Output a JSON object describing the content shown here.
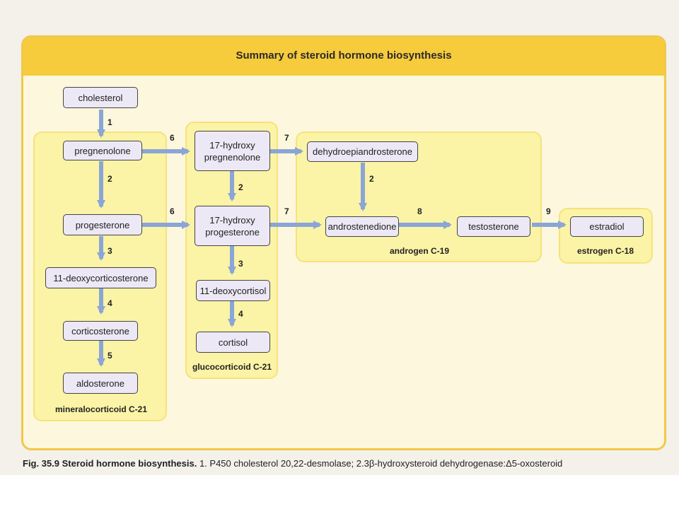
{
  "title": "Summary of steroid hormone biosynthesis",
  "regions": {
    "mineralocorticoid": "mineralocorticoid C-21",
    "glucocorticoid": "glucocorticoid C-21",
    "androgen": "androgen C-19",
    "estrogen": "estrogen C-18"
  },
  "nodes": {
    "cholesterol": "cholesterol",
    "pregnenolone": "pregnenolone",
    "progesterone": "progesterone",
    "deoxycorticosterone": "11-deoxycorticosterone",
    "corticosterone": "corticosterone",
    "aldosterone": "aldosterone",
    "hydroxy_pregnenolone": "17-hydroxy pregnenolone",
    "hydroxy_progesterone": "17-hydroxy progesterone",
    "deoxycortisol": "11-deoxycortisol",
    "cortisol": "cortisol",
    "dhea": "dehydroepiandrosterone",
    "androstenedione": "androstenedione",
    "testosterone": "testosterone",
    "estradiol": "estradiol"
  },
  "steps": {
    "s1": "1",
    "s2a": "2",
    "s3a": "3",
    "s4a": "4",
    "s5": "5",
    "s6a": "6",
    "s6b": "6",
    "s2b": "2",
    "s3b": "3",
    "s4b": "4",
    "s7a": "7",
    "s7b": "7",
    "s2c": "2",
    "s8": "8",
    "s9": "9"
  },
  "caption": {
    "label": "Fig. 35.9  Steroid hormone biosynthesis.",
    "text": " 1. P450 cholesterol 20,22-desmolase; 2.3β-hydroxysteroid dehydrogenase:Δ5-oxosteroid"
  },
  "colors": {
    "banner": "#f6cb3c",
    "region": "#fbf3a6",
    "node": "#ece8f5",
    "arrow": "#8aa6d6"
  }
}
